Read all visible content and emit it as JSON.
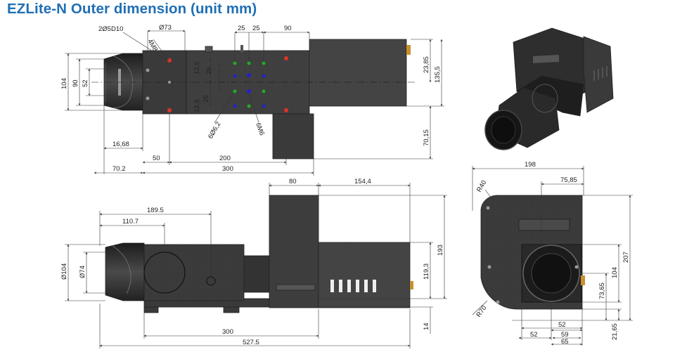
{
  "title": "EZLite-N Outer dimension (unit mm)",
  "top_view": {
    "d_flange": "Ø73",
    "hole_callout": "2Ø5D10",
    "screw_callout": "4M8",
    "pitch_a": "25",
    "pitch_b": "25",
    "pitch_c": "90",
    "v_a": "12,5",
    "v_b": "25",
    "v_c": "25",
    "v_d": "12,5",
    "h104": "104",
    "h90": "90",
    "h52": "52",
    "d23_85": "23,85",
    "d135_5": "135,5",
    "d70_15": "70,15",
    "holes_6": "6Ø6,2",
    "screw_6": "6M6",
    "d16_68": "16,68",
    "d50": "50",
    "d200": "200",
    "d70_2": "70.2",
    "d300": "300"
  },
  "side_view": {
    "d80": "80",
    "d154_4": "154,4",
    "d189_5": "189.5",
    "d110_7": "110.7",
    "d104": "Ø104",
    "d74": "Ø74",
    "d193": "193",
    "d119_3": "119,3",
    "d14": "14",
    "d300": "300",
    "d527_5": "527.5"
  },
  "front_view": {
    "d198": "198",
    "d75_85": "75,85",
    "r40": "R40",
    "r70": "R70",
    "d207": "207",
    "d104": "104",
    "d73_65": "73,65",
    "d21_65": "21,65",
    "d52a": "52",
    "d52b": "52",
    "d59": "59",
    "d65": "65"
  }
}
